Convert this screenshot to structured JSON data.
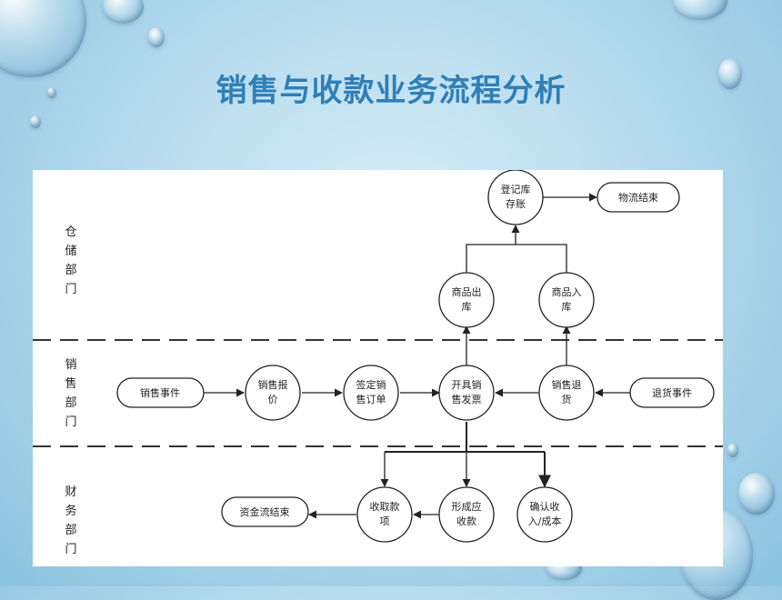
{
  "slide": {
    "title": "销售与收款业务流程分析"
  },
  "lanes": [
    {
      "id": "warehouse",
      "chars": [
        "仓",
        "储",
        "部",
        "门"
      ]
    },
    {
      "id": "sales",
      "chars": [
        "销",
        "售",
        "部",
        "门"
      ]
    },
    {
      "id": "finance",
      "chars": [
        "财",
        "务",
        "部",
        "门"
      ]
    }
  ],
  "nodes": {
    "register": {
      "lines": [
        "登记库",
        "存账"
      ]
    },
    "logistics_end": {
      "lines": [
        "物流结束"
      ]
    },
    "goods_out": {
      "lines": [
        "商品出",
        "库"
      ]
    },
    "goods_in": {
      "lines": [
        "商品入",
        "库"
      ]
    },
    "sales_event": {
      "lines": [
        "销售事件"
      ]
    },
    "sales_quote": {
      "lines": [
        "销售报",
        "价"
      ]
    },
    "sign_order": {
      "lines": [
        "签定销",
        "售订单"
      ]
    },
    "invoice": {
      "lines": [
        "开具销",
        "售发票"
      ]
    },
    "sales_return": {
      "lines": [
        "销售退",
        "货"
      ]
    },
    "return_event": {
      "lines": [
        "退货事件"
      ]
    },
    "funds_end": {
      "lines": [
        "资金流结束"
      ]
    },
    "collect": {
      "lines": [
        "收取款",
        "项"
      ]
    },
    "receivable": {
      "lines": [
        "形成应",
        "收款"
      ]
    },
    "confirm": {
      "lines": [
        "确认收",
        "入/成本"
      ]
    }
  }
}
